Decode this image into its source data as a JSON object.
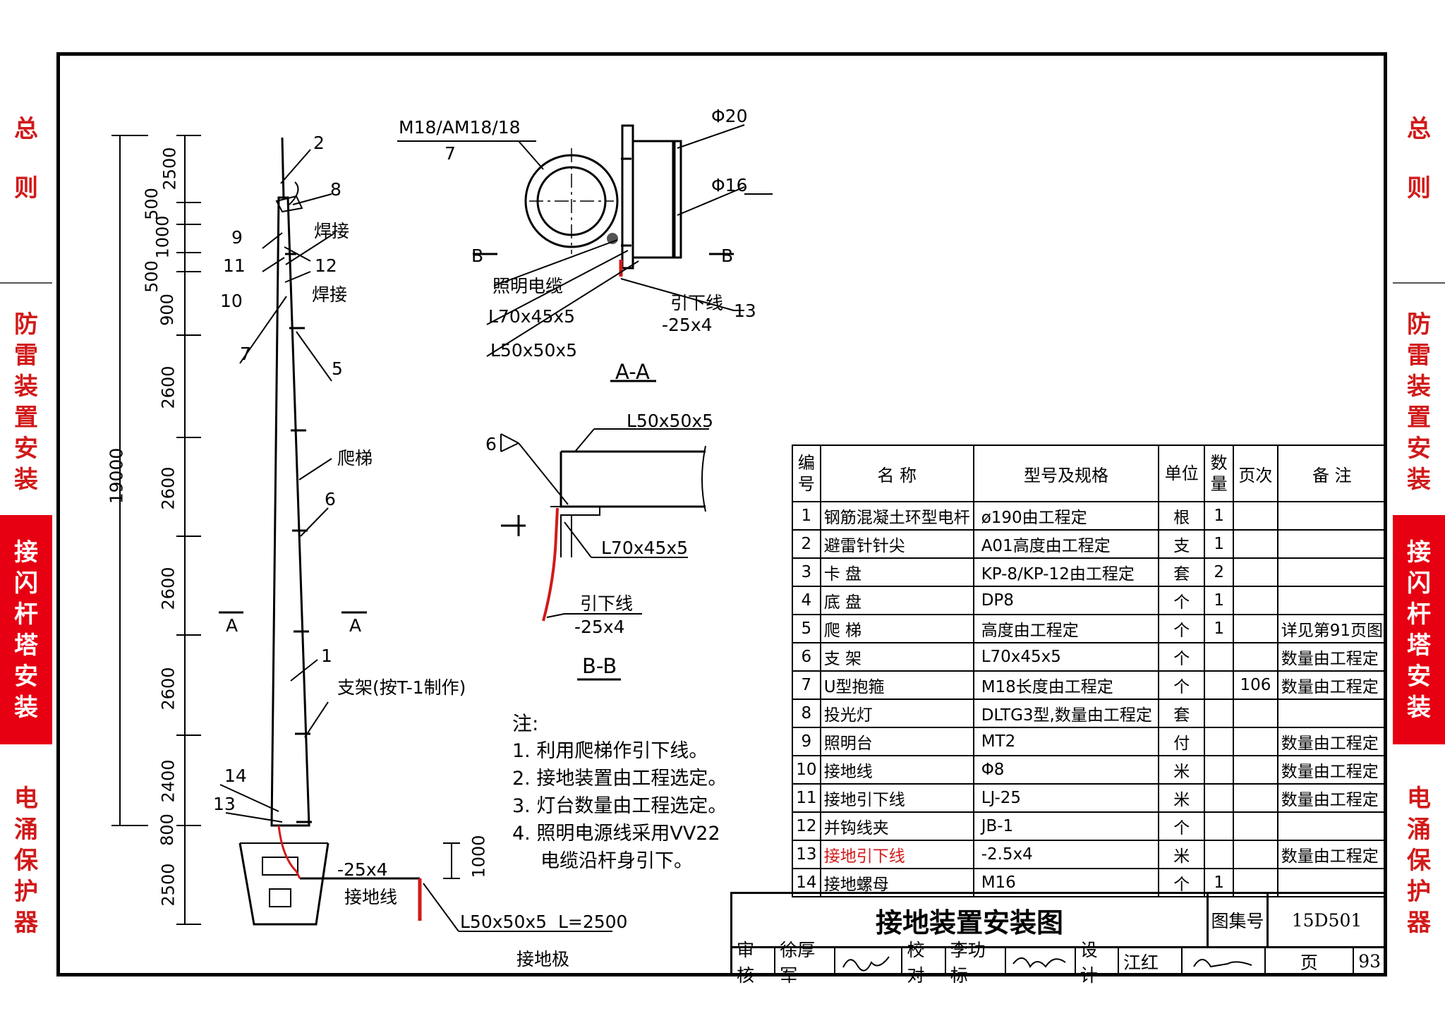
{
  "side_tabs_left": [
    {
      "label": "总则",
      "chars": [
        "总",
        "则"
      ],
      "active": false
    },
    {
      "label": "防雷装置安装",
      "chars": [
        "防",
        "雷",
        "装",
        "置",
        "安",
        "装"
      ],
      "active": false
    },
    {
      "label": "接闪杆塔安装",
      "chars": [
        "接",
        "闪",
        "杆",
        "塔",
        "安",
        "装"
      ],
      "active": true
    },
    {
      "label": "电涌保护器",
      "chars": [
        "电",
        "涌",
        "保",
        "护",
        "器"
      ],
      "active": false
    }
  ],
  "side_tabs_right": [
    {
      "label": "总则",
      "chars": [
        "总",
        "则"
      ],
      "active": false
    },
    {
      "label": "防雷装置安装",
      "chars": [
        "防",
        "雷",
        "装",
        "置",
        "安",
        "装"
      ],
      "active": false
    },
    {
      "label": "接闪杆塔安装",
      "chars": [
        "接",
        "闪",
        "杆",
        "塔",
        "安",
        "装"
      ],
      "active": true
    },
    {
      "label": "电涌保护器",
      "chars": [
        "电",
        "涌",
        "保",
        "护",
        "器"
      ],
      "active": false
    }
  ],
  "elevation": {
    "total_height": "19000",
    "dims": [
      "2500",
      "500",
      "1000",
      "500",
      "900",
      "2600",
      "2600",
      "2600",
      "2600",
      "2400",
      "800",
      "2500"
    ],
    "callouts": [
      "2",
      "8",
      "9",
      "11",
      "12",
      "10",
      "7",
      "5",
      "6",
      "1",
      "14",
      "13"
    ],
    "weld_label_1": "焊接",
    "weld_label_2": "焊接",
    "ladder_label": "爬梯",
    "bracket_label": "支架(按T-1制作)",
    "section_mark": "A",
    "ground_wire_spec": "-25x4",
    "ground_wire_label": "接地线",
    "ground_depth": "1000",
    "ground_plate_spec": "L50x50x5  L=2500",
    "ground_plate_label": "接地极"
  },
  "section_aa": {
    "bolt_spec": "M18/AM18/18",
    "bolt_callout": "7",
    "dia_20": "Φ20",
    "dia_16": "Φ16",
    "mark": "B",
    "cable_label": "照明电缆",
    "angle_1": "L70x45x5",
    "angle_2": "L50x50x5",
    "downlead_label": "引下线",
    "downlead_spec": "-25x4",
    "callout_13": "13",
    "title": "A-A"
  },
  "section_bb": {
    "angle_top": "L50x50x5",
    "callout_6": "6",
    "angle_side": "L70x45x5",
    "downlead_label": "引下线",
    "downlead_spec": "-25x4",
    "title": "B-B"
  },
  "notes": {
    "title": "注:",
    "items": [
      "1.  利用爬梯作引下线。",
      "2.  接地装置由工程选定。",
      "3.  灯台数量由工程选定。",
      "4.  照明电源线采用VV22"
    ],
    "item4_cont": "电缆沿杆身引下。"
  },
  "table": {
    "headers": {
      "no": "编号",
      "name": "名  称",
      "spec": "型号及规格",
      "unit": "单位",
      "qty": "数量",
      "page": "页次",
      "remark": "备  注"
    },
    "rows": [
      {
        "no": "1",
        "name": "钢筋混凝土环型电杆",
        "spec": "ø190由工程定",
        "unit": "根",
        "qty": "1",
        "page": "",
        "remark": ""
      },
      {
        "no": "2",
        "name": "避雷针针尖",
        "spec": "A01高度由工程定",
        "unit": "支",
        "qty": "1",
        "page": "",
        "remark": ""
      },
      {
        "no": "3",
        "name": "卡    盘",
        "spec": "KP-8/KP-12由工程定",
        "unit": "套",
        "qty": "2",
        "page": "",
        "remark": ""
      },
      {
        "no": "4",
        "name": "底    盘",
        "spec": "DP8",
        "unit": "个",
        "qty": "1",
        "page": "",
        "remark": ""
      },
      {
        "no": "5",
        "name": "爬    梯",
        "spec": "高度由工程定",
        "unit": "个",
        "qty": "1",
        "page": "",
        "remark": "详见第91页图"
      },
      {
        "no": "6",
        "name": "支    架",
        "spec": "L70x45x5",
        "unit": "个",
        "qty": "",
        "page": "",
        "remark": "数量由工程定"
      },
      {
        "no": "7",
        "name": "U型抱箍",
        "spec": "M18长度由工程定",
        "unit": "个",
        "qty": "",
        "page": "106",
        "remark": "数量由工程定"
      },
      {
        "no": "8",
        "name": "投光灯",
        "spec": "DLTG3型,数量由工程定",
        "unit": "套",
        "qty": "",
        "page": "",
        "remark": ""
      },
      {
        "no": "9",
        "name": "照明台",
        "spec": "MT2",
        "unit": "付",
        "qty": "",
        "page": "",
        "remark": "数量由工程定"
      },
      {
        "no": "10",
        "name": "接地线",
        "spec": "Φ8",
        "unit": "米",
        "qty": "",
        "page": "",
        "remark": "数量由工程定"
      },
      {
        "no": "11",
        "name": "接地引下线",
        "spec": "LJ-25",
        "unit": "米",
        "qty": "",
        "page": "",
        "remark": "数量由工程定"
      },
      {
        "no": "12",
        "name": "并钩线夹",
        "spec": "JB-1",
        "unit": "个",
        "qty": "",
        "page": "",
        "remark": ""
      },
      {
        "no": "13",
        "name": "接地引下线",
        "spec": "-2.5x4",
        "unit": "米",
        "qty": "",
        "page": "",
        "remark": "数量由工程定",
        "highlight": true
      },
      {
        "no": "14",
        "name": "接地螺母",
        "spec": "M16",
        "unit": "个",
        "qty": "1",
        "page": "",
        "remark": ""
      }
    ]
  },
  "title_block": {
    "title": "接地装置安装图",
    "atlas_label": "图集号",
    "atlas_no": "15D501",
    "review_label": "审核",
    "reviewer": "徐厚军",
    "check_label": "校对",
    "checker": "李功标",
    "design_label": "设计",
    "designer": "江红",
    "page_label": "页",
    "page_no": "93"
  },
  "colors": {
    "accent_red": "#e60012",
    "tab_text_red": "#d11a1a",
    "downlead_red": "#d11a1a"
  }
}
